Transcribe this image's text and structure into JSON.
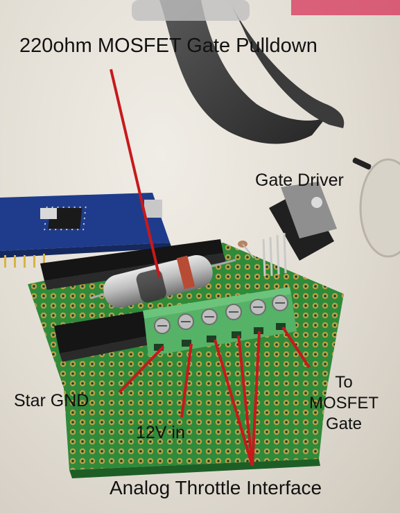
{
  "labels": {
    "mosfet_pulldown": "220ohm MOSFET Gate Pulldown",
    "gate_driver": "Gate Driver",
    "star_gnd": "Star GND",
    "twelve_v_in": "12V in",
    "to_mosfet_gate_line1": "To",
    "to_mosfet_gate_line2": "MOSFET",
    "to_mosfet_gate_line3": "Gate",
    "analog_throttle": "Analog Throttle Interface"
  },
  "colors": {
    "annotation_line": "#c8191c",
    "pcb_green": "#2f8a3a",
    "terminal_green": "#55b266",
    "arduino_blue": "#1f3c8c"
  }
}
